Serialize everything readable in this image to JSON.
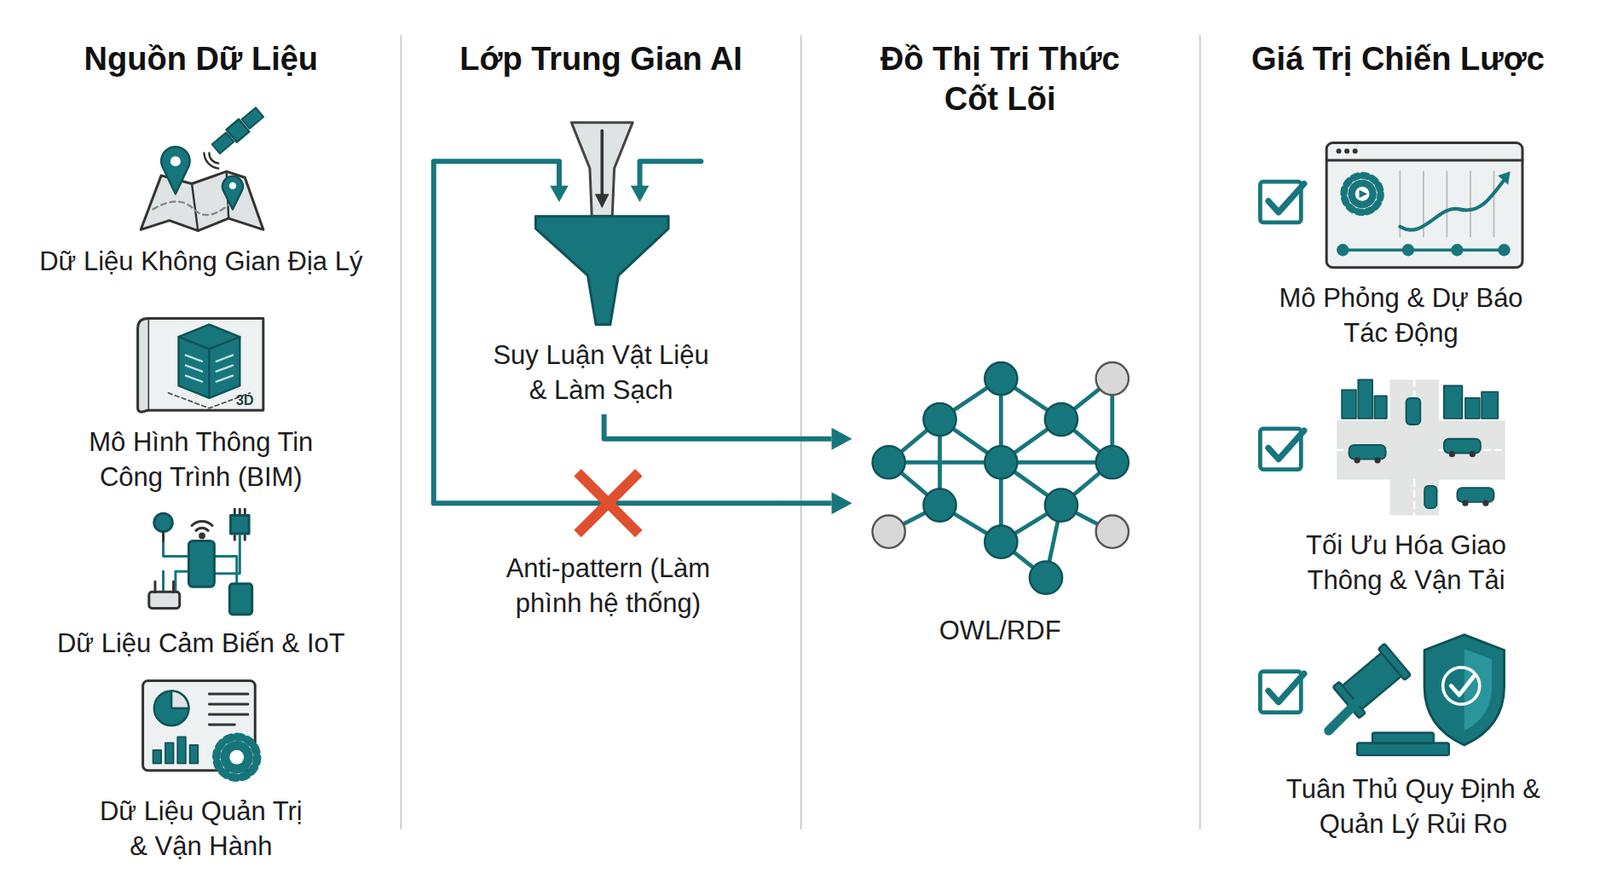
{
  "diagram": {
    "nodes": [
      {
        "text": [
          "Dữ Liệu Không Gian Địa Lý"
        ]
      },
      {
        "text": [
          "Mô Hình Thông Tin Công Trình (BIM)"
        ]
      },
      {
        "text": [
          "Dữ Liệu Cảm Biến & IoT"
        ]
      },
      {
        "text": [
          "Dữ Liệu Quản Trị & Vận Hành"
        ]
      },
      {
        "text": [
          "Suy Luận Vật Liệu & Làm Sạch"
        ]
      },
      {
        "text": [
          "Anti-pattern (Làm phình hệ thống)"
        ]
      },
      {
        "text": [
          "OWL/RDF"
        ]
      },
      {
        "text": [
          "Mô Phỏng & Dự Báo Tác Động"
        ]
      },
      {
        "text": [
          "Tối Ưu Hóa Giao Thông & Vận Tải"
        ]
      },
      {
        "text": [
          "Tuân Thủ Quy Định & Quản Lý Rủi Ro"
        ]
      }
    ],
    "edges": [
      {
        "from": 4,
        "to": 6,
        "arrow": "to"
      },
      {
        "from": 5,
        "to": 6,
        "arrow": "to"
      }
    ],
    "labels": [
      "Nguồn Dữ Liệu",
      "Lớp Trung Gian AI",
      "Đồ Thị Tri Thức Cốt Lõi",
      "Giá Trị Chiến Lược",
      "3D"
    ]
  }
}
